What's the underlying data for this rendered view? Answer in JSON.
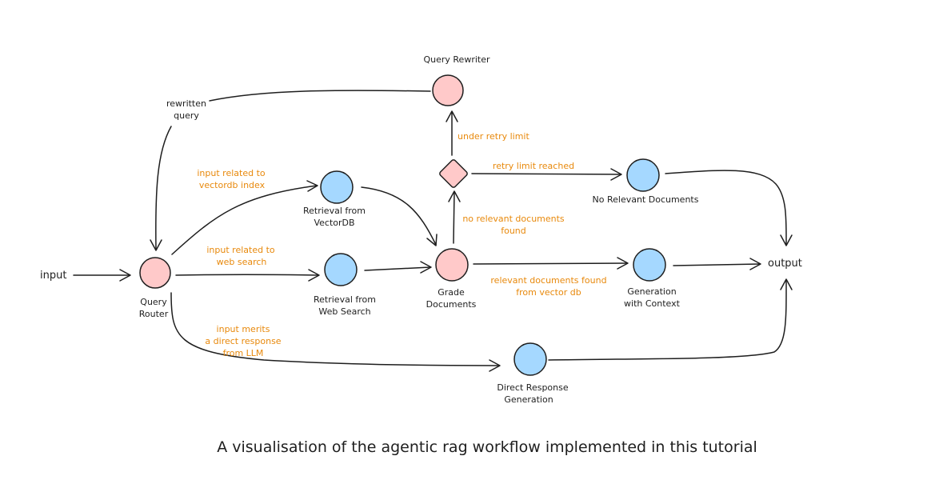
{
  "nodes": {
    "input": "input",
    "output": "output",
    "query_router": [
      "Query",
      "Router"
    ],
    "query_rewriter": "Query Rewriter",
    "retrieval_vectordb": [
      "Retrieval from",
      "VectorDB"
    ],
    "retrieval_web": [
      "Retrieval from",
      "Web Search"
    ],
    "grade_documents": [
      "Grade",
      "Documents"
    ],
    "no_relevant_documents": "No Relevant Documents",
    "generation_with_context": [
      "Generation",
      "with Context"
    ],
    "direct_response_generation": [
      "Direct Response",
      "Generation"
    ]
  },
  "edge_labels": {
    "rewritten_query": [
      "rewritten",
      "query"
    ],
    "input_vectordb": [
      "input related to",
      "vectordb index"
    ],
    "input_web": [
      "input related to",
      "web search"
    ],
    "input_direct": [
      "input merits",
      "a direct response",
      "from LLM"
    ],
    "under_retry_limit": "under retry limit",
    "retry_limit_reached": "retry limit reached",
    "no_relevant_docs_found": [
      "no relevant documents",
      "found"
    ],
    "relevant_docs_found": [
      "relevant documents found",
      "from vector db"
    ]
  },
  "caption": "A visualisation of the agentic rag workflow implemented in this tutorial",
  "colors": {
    "router_node": "#ffc9c9",
    "tool_node": "#a5d8ff",
    "edge_label": "#e8890c",
    "stroke": "#1e1e1e"
  }
}
